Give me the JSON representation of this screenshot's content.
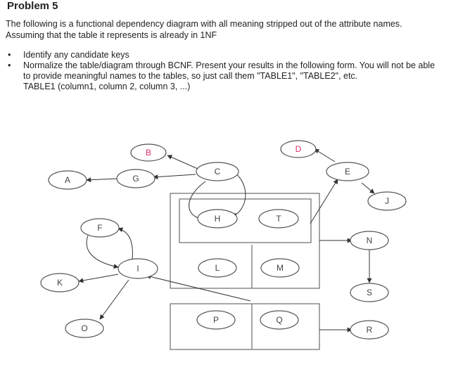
{
  "problem_title": "Problem 5",
  "intro": "The following is a functional dependency diagram with all meaning stripped out of the attribute names. Assuming that the table it represents is already in 1NF",
  "bullets": [
    "Identify any candidate keys",
    "Normalize the table/diagram through BCNF. Present your results in the following form. You will not be able to provide meaningful names to the tables, so just call them \"TABLE1\", \"TABLE2\", etc."
  ],
  "example_line": "TABLE1 (column1, column 2, column 3, ...)",
  "diagram": {
    "nodes": {
      "A": "A",
      "B": "B",
      "C": "C",
      "D": "D",
      "E": "E",
      "F": "F",
      "G": "G",
      "H": "H",
      "I": "I",
      "J": "J",
      "K": "K",
      "L": "L",
      "M": "M",
      "N": "N",
      "O": "O",
      "P": "P",
      "Q": "Q",
      "R": "R",
      "S": "S",
      "T": "T"
    },
    "highlight_color": "#e0306a"
  }
}
